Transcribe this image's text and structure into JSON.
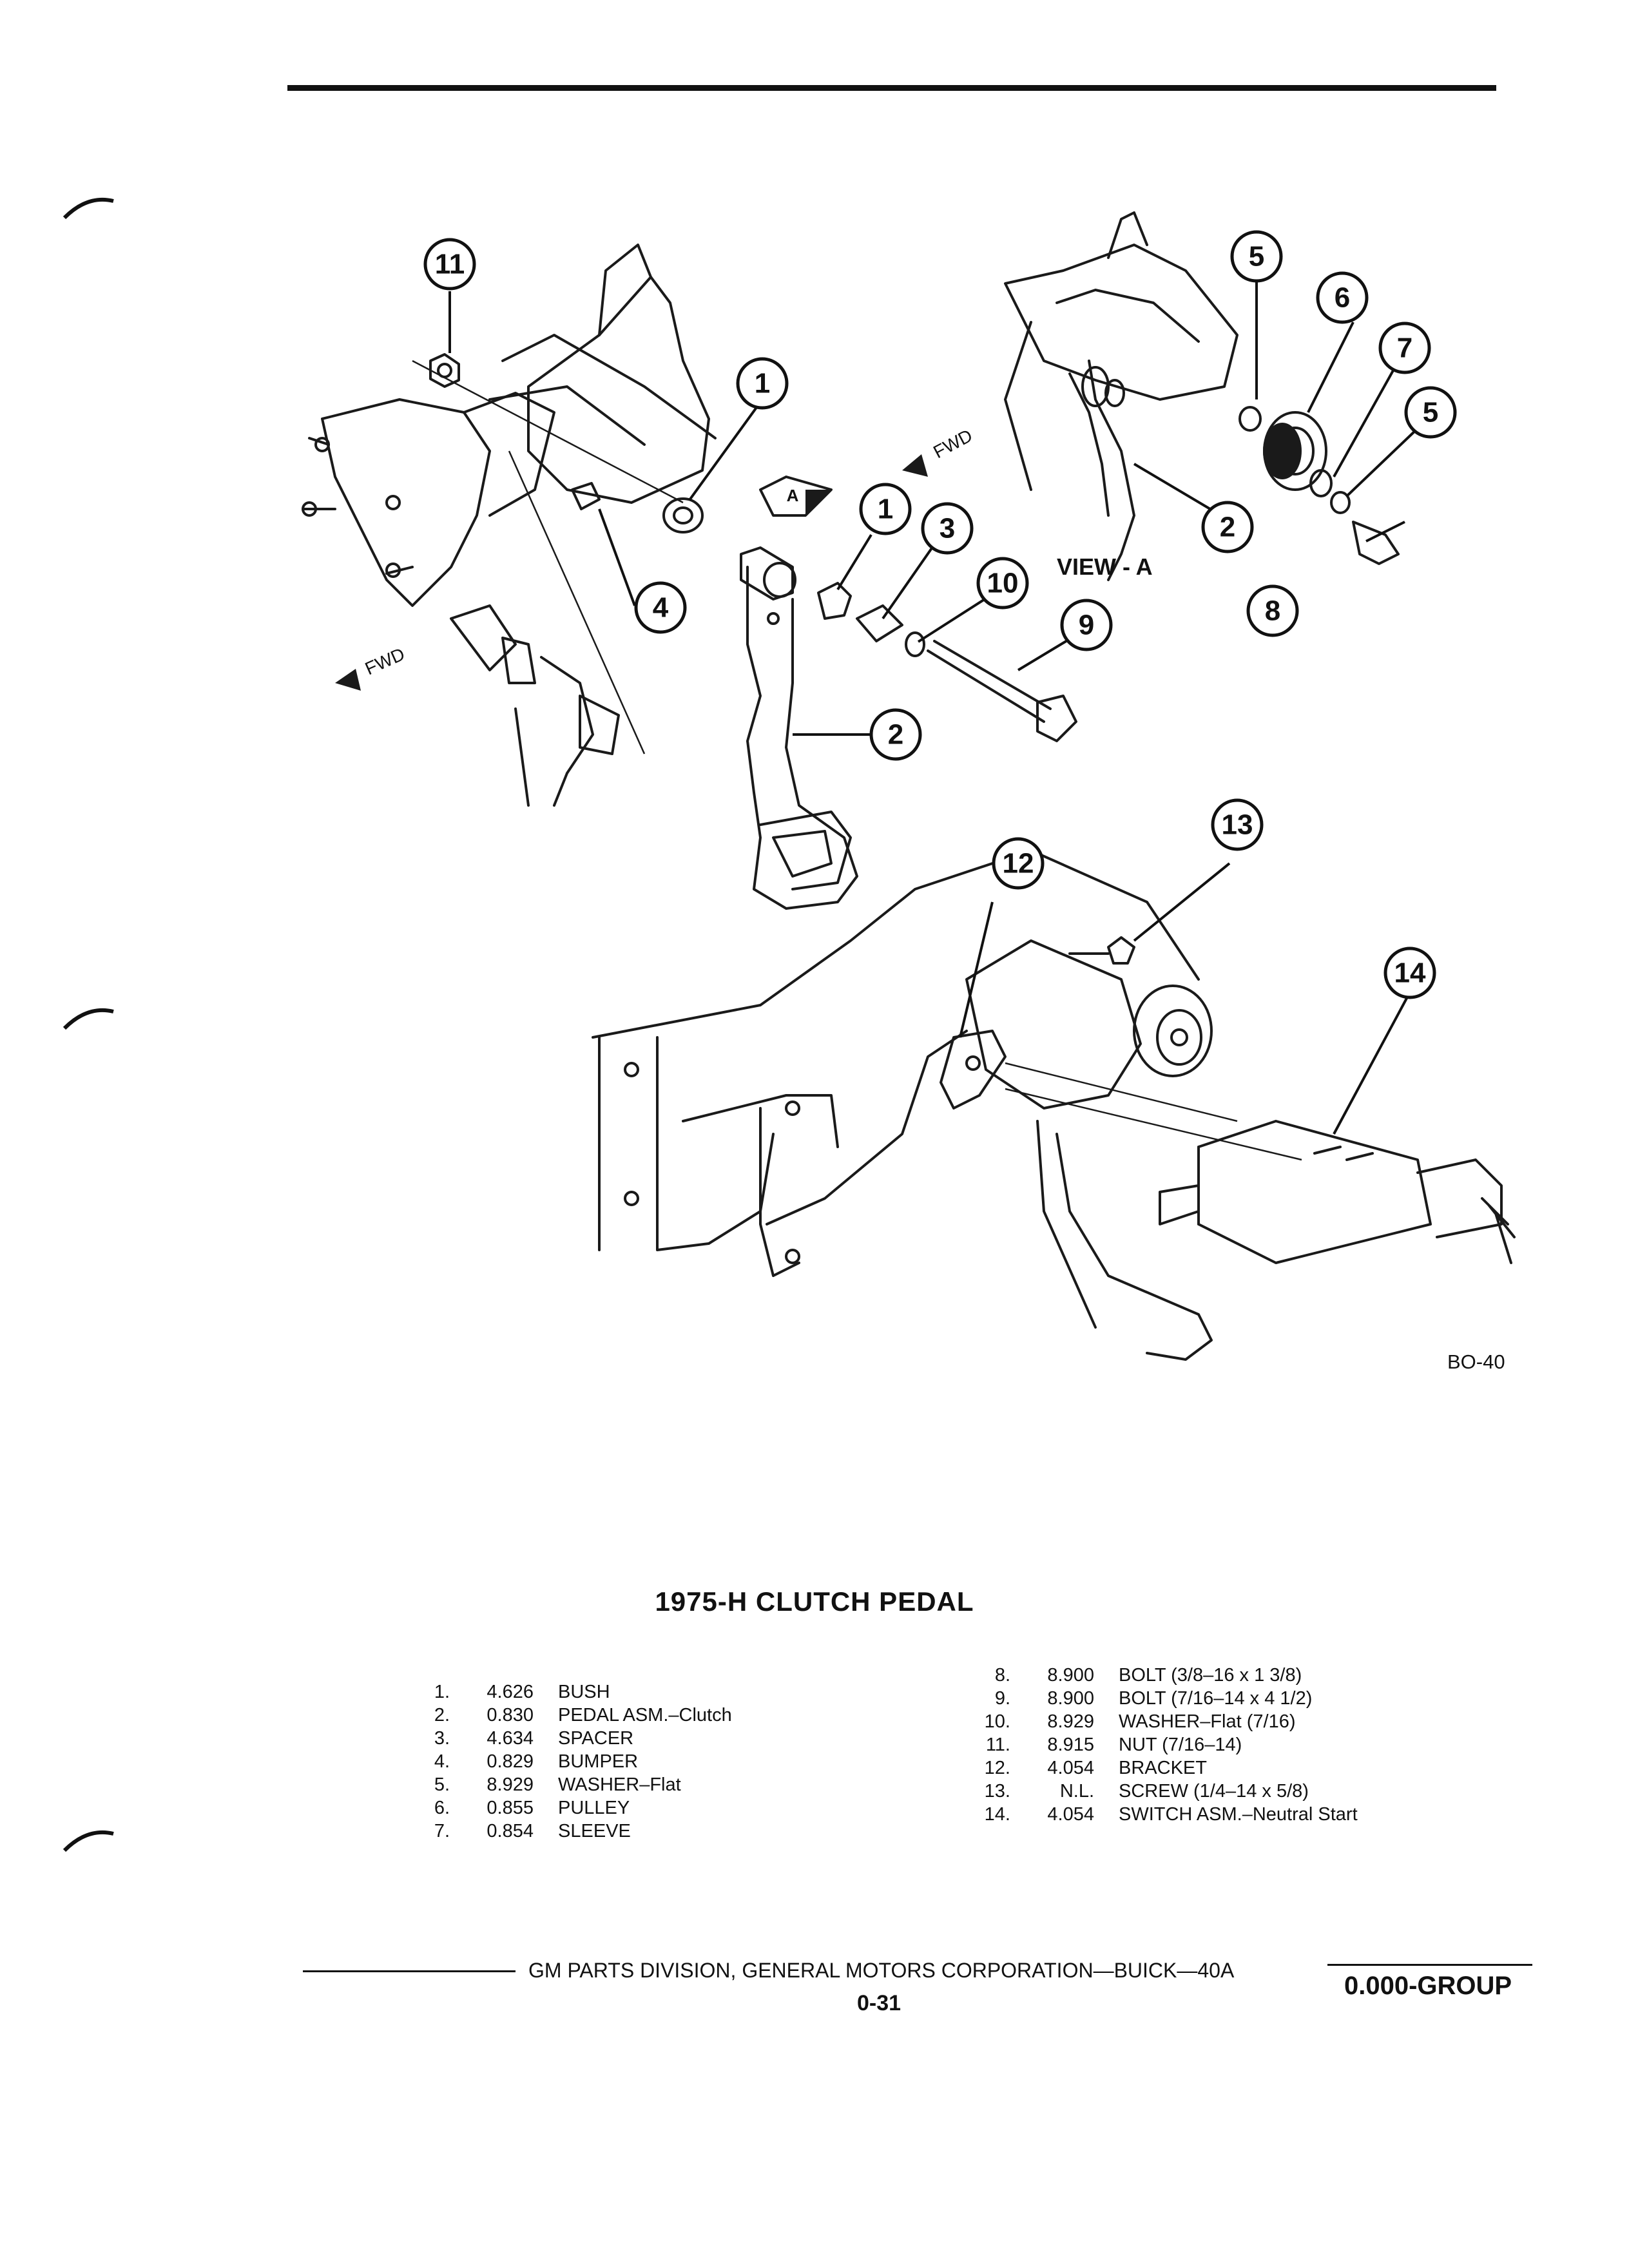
{
  "diagram": {
    "callouts": [
      "1",
      "2",
      "3",
      "4",
      "5",
      "6",
      "7",
      "8",
      "9",
      "10",
      "11",
      "12",
      "13",
      "14"
    ],
    "view_label": "VIEW - A",
    "view_marker": "A",
    "fwd_label": "FWD",
    "figure_code": "BO-40"
  },
  "title": "1975-H CLUTCH PEDAL",
  "parts_left": [
    {
      "num": "1.",
      "code": "4.626",
      "desc": "BUSH"
    },
    {
      "num": "2.",
      "code": "0.830",
      "desc": "PEDAL ASM.–Clutch"
    },
    {
      "num": "3.",
      "code": "4.634",
      "desc": "SPACER"
    },
    {
      "num": "4.",
      "code": "0.829",
      "desc": "BUMPER"
    },
    {
      "num": "5.",
      "code": "8.929",
      "desc": "WASHER–Flat"
    },
    {
      "num": "6.",
      "code": "0.855",
      "desc": "PULLEY"
    },
    {
      "num": "7.",
      "code": "0.854",
      "desc": "SLEEVE"
    }
  ],
  "parts_right": [
    {
      "num": "8.",
      "code": "8.900",
      "desc": "BOLT (3/8–16 x 1 3/8)"
    },
    {
      "num": "9.",
      "code": "8.900",
      "desc": "BOLT (7/16–14 x 4 1/2)"
    },
    {
      "num": "10.",
      "code": "8.929",
      "desc": "WASHER–Flat (7/16)"
    },
    {
      "num": "11.",
      "code": "8.915",
      "desc": "NUT (7/16–14)"
    },
    {
      "num": "12.",
      "code": "4.054",
      "desc": "BRACKET"
    },
    {
      "num": "13.",
      "code": "N.L.",
      "desc": "SCREW (1/4–14 x 5/8)"
    },
    {
      "num": "14.",
      "code": "4.054",
      "desc": "SWITCH ASM.–Neutral Start"
    }
  ],
  "footer": {
    "text": "GM PARTS DIVISION, GENERAL MOTORS CORPORATION—BUICK—40A",
    "page": "0-31",
    "group": "0.000-GROUP"
  }
}
